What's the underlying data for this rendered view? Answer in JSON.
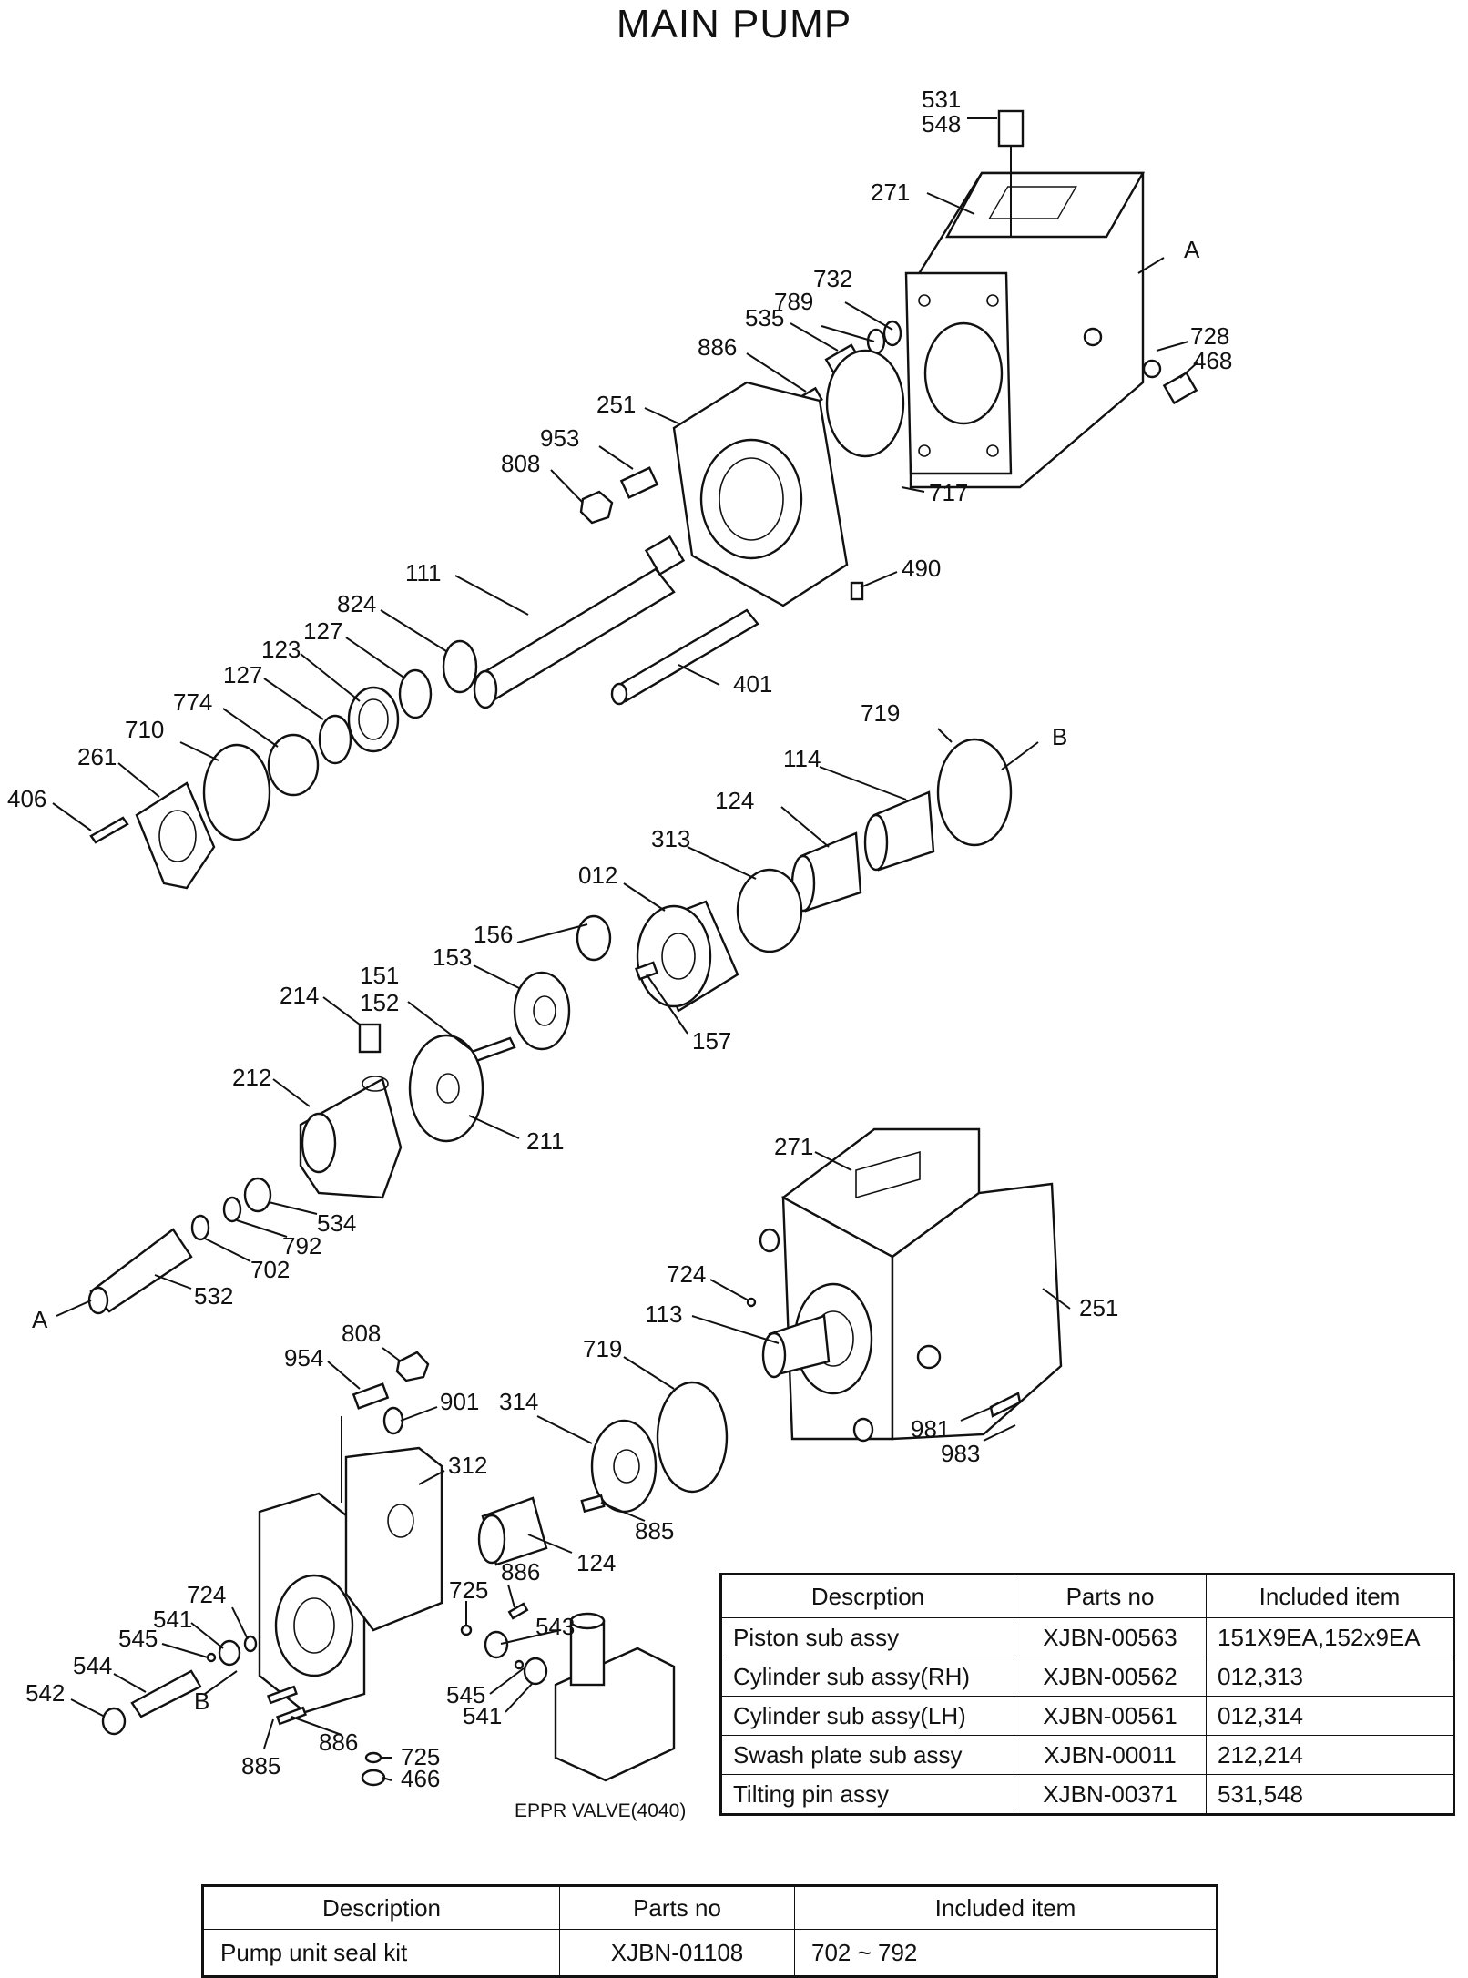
{
  "title": "MAIN PUMP",
  "labels": [
    "531",
    "548",
    "271",
    "A",
    "732",
    "789",
    "535",
    "886",
    "728",
    "468",
    "251",
    "953",
    "808",
    "717",
    "111",
    "490",
    "824",
    "127",
    "123",
    "127",
    "774",
    "710",
    "261",
    "406",
    "401",
    "719",
    "B",
    "114",
    "124",
    "313",
    "012",
    "156",
    "153",
    "151",
    "152",
    "214",
    "157",
    "212",
    "211",
    "534",
    "792",
    "702",
    "532",
    "A",
    "271",
    "724",
    "113",
    "251",
    "719",
    "808",
    "954",
    "901",
    "314",
    "981",
    "983",
    "312",
    "885",
    "124",
    "886",
    "725",
    "724",
    "541",
    "545",
    "543",
    "544",
    "542",
    "B",
    "545",
    "541",
    "885",
    "886",
    "725",
    "466"
  ],
  "valve_label": "EPPR VALVE(4040)",
  "table1": {
    "headers": [
      "Descrption",
      "Parts no",
      "Included item"
    ],
    "rows": [
      [
        "Piston sub assy",
        "XJBN-00563",
        "151X9EA,152x9EA"
      ],
      [
        "Cylinder sub assy(RH)",
        "XJBN-00562",
        "012,313"
      ],
      [
        "Cylinder sub assy(LH)",
        "XJBN-00561",
        "012,314"
      ],
      [
        "Swash plate sub assy",
        "XJBN-00011",
        "212,214"
      ],
      [
        "Tilting pin assy",
        "XJBN-00371",
        "531,548"
      ]
    ]
  },
  "table2": {
    "headers": [
      "Description",
      "Parts no",
      "Included item"
    ],
    "rows": [
      [
        "Pump unit seal kit",
        "XJBN-01108",
        "702 ~ 792"
      ]
    ]
  }
}
